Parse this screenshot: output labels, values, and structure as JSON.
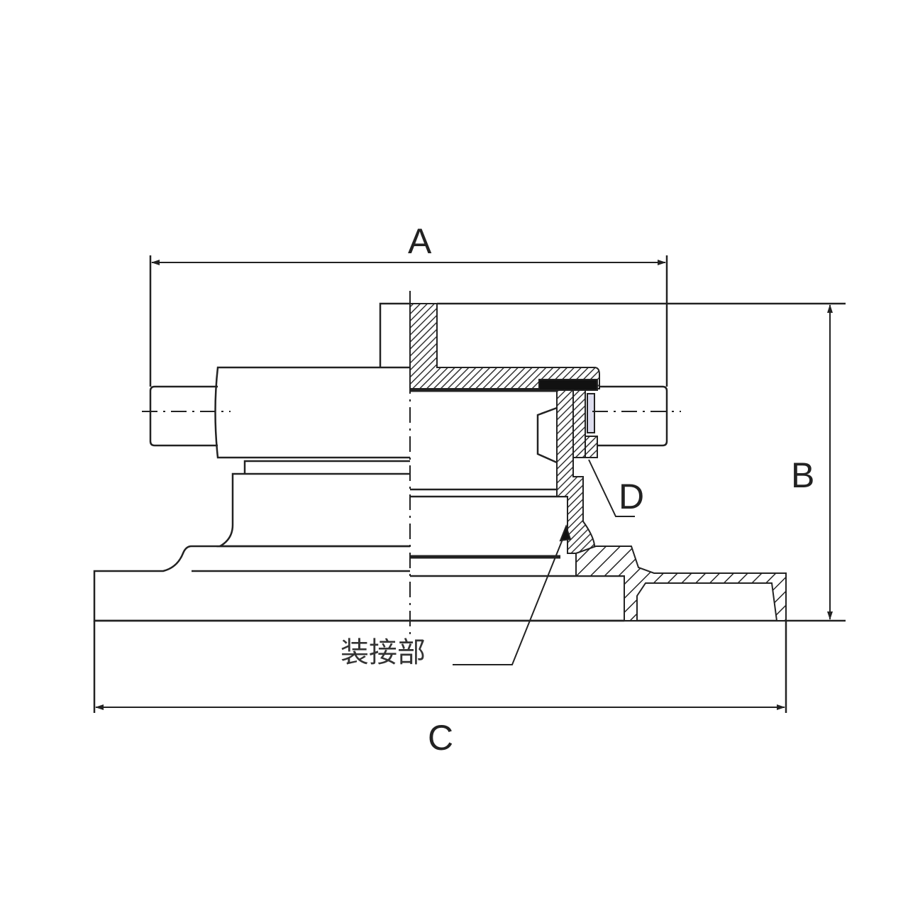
{
  "labels": {
    "dim_a": "A",
    "dim_b": "B",
    "dim_c": "C",
    "dim_d": "D",
    "joint": "装接部"
  },
  "colors": {
    "line": "#222222",
    "background": "#ffffff"
  }
}
